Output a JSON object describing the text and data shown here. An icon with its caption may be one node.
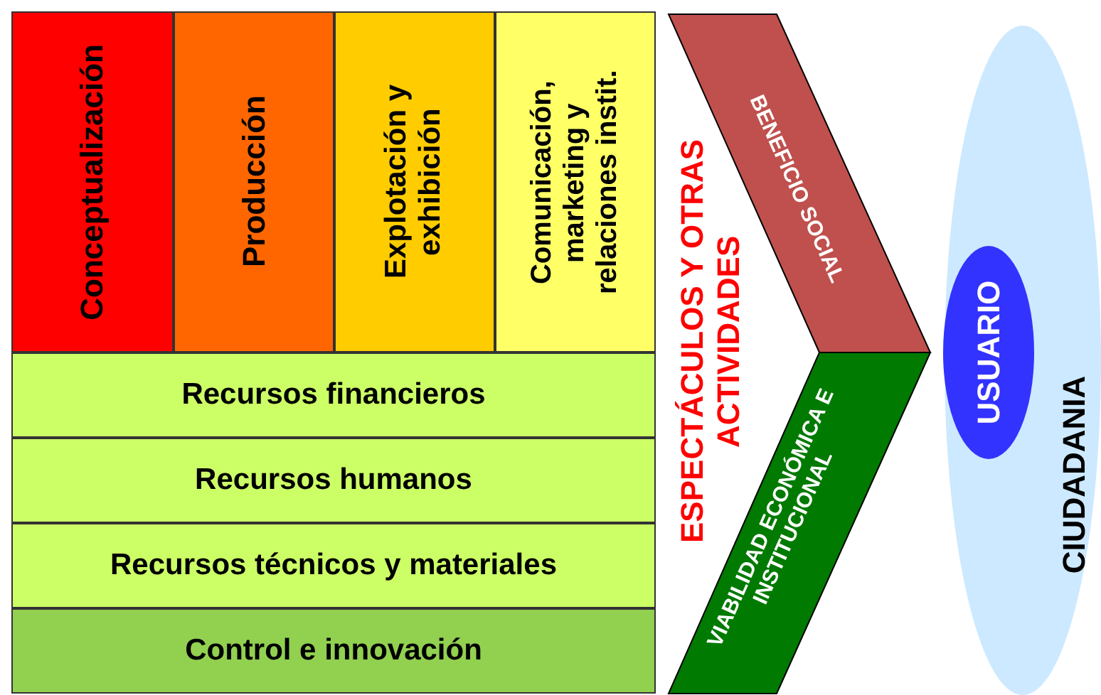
{
  "diagram": {
    "nodes": [
      {
        "text": [
          "Conceptualización"
        ]
      },
      {
        "text": [
          "Producción"
        ]
      },
      {
        "text": [
          "Explotación y exhibición"
        ]
      },
      {
        "text": [
          "Comunicación, marketing y relaciones instit."
        ]
      },
      {
        "text": [
          "Recursos financieros"
        ]
      },
      {
        "text": [
          "Recursos humanos"
        ]
      },
      {
        "text": [
          "Recursos técnicos y materiales"
        ]
      },
      {
        "text": [
          "Control e innovación"
        ]
      },
      {
        "text": [
          "BENEFICIO SOCIAL"
        ]
      },
      {
        "text": [
          "VIABILIDAD ECONÓMICA E INSTITUCIONAL"
        ]
      },
      {
        "text": [
          "CIUDADANIA"
        ]
      },
      {
        "text": [
          "USUARIO"
        ],
        "in": 10
      }
    ],
    "labels": [
      "ESPECTÁCULOS Y OTRAS ACTIVIDADES"
    ]
  }
}
